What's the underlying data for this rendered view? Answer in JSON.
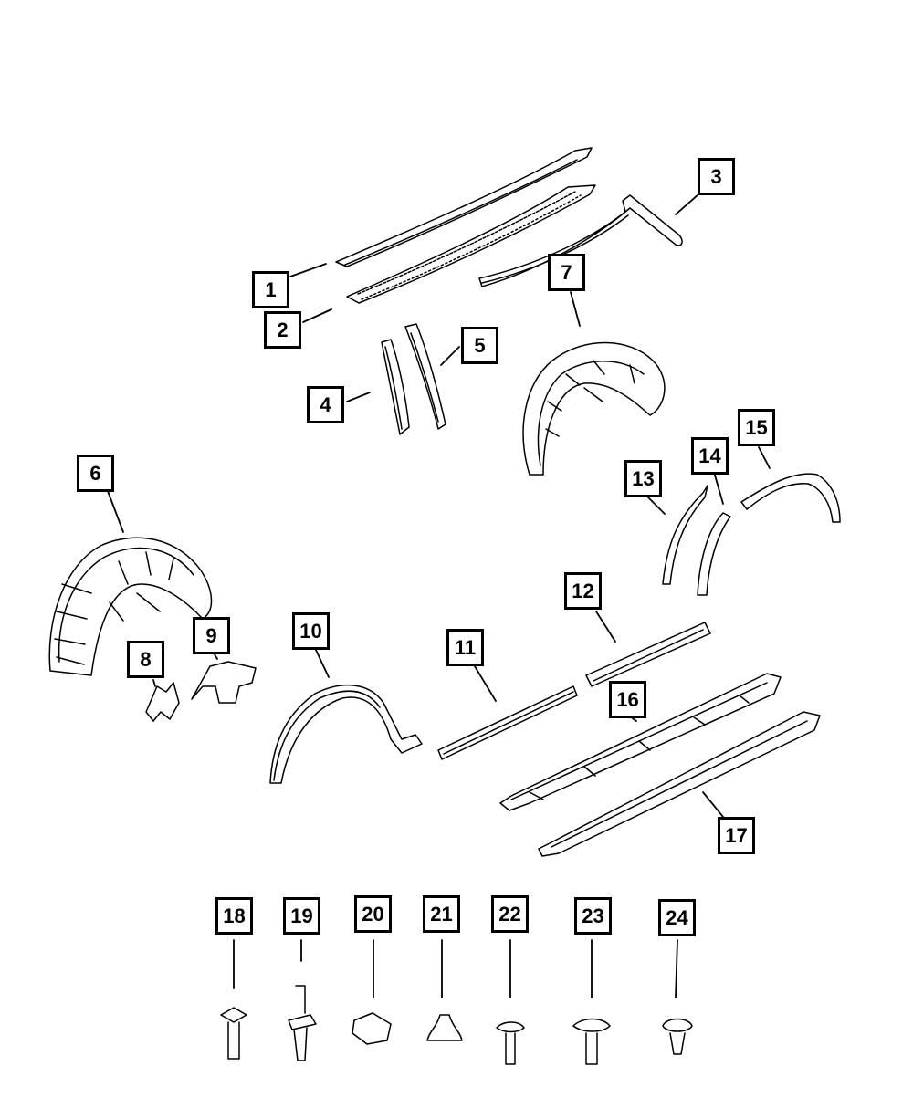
{
  "diagram": {
    "callouts": [
      {
        "id": "c1",
        "label": "1"
      },
      {
        "id": "c2",
        "label": "2"
      },
      {
        "id": "c3",
        "label": "3"
      },
      {
        "id": "c4",
        "label": "4"
      },
      {
        "id": "c5",
        "label": "5"
      },
      {
        "id": "c6",
        "label": "6"
      },
      {
        "id": "c7",
        "label": "7"
      },
      {
        "id": "c8",
        "label": "8"
      },
      {
        "id": "c9",
        "label": "9"
      },
      {
        "id": "c10",
        "label": "10"
      },
      {
        "id": "c11",
        "label": "11"
      },
      {
        "id": "c12",
        "label": "12"
      },
      {
        "id": "c13",
        "label": "13"
      },
      {
        "id": "c14",
        "label": "14"
      },
      {
        "id": "c15",
        "label": "15"
      },
      {
        "id": "c16",
        "label": "16"
      },
      {
        "id": "c17",
        "label": "17"
      },
      {
        "id": "c18",
        "label": "18"
      },
      {
        "id": "c19",
        "label": "19"
      },
      {
        "id": "c20",
        "label": "20"
      },
      {
        "id": "c21",
        "label": "21"
      },
      {
        "id": "c22",
        "label": "22"
      },
      {
        "id": "c23",
        "label": "23"
      },
      {
        "id": "c24",
        "label": "24"
      }
    ],
    "colors": {
      "line": "#000000",
      "background": "#ffffff"
    }
  }
}
